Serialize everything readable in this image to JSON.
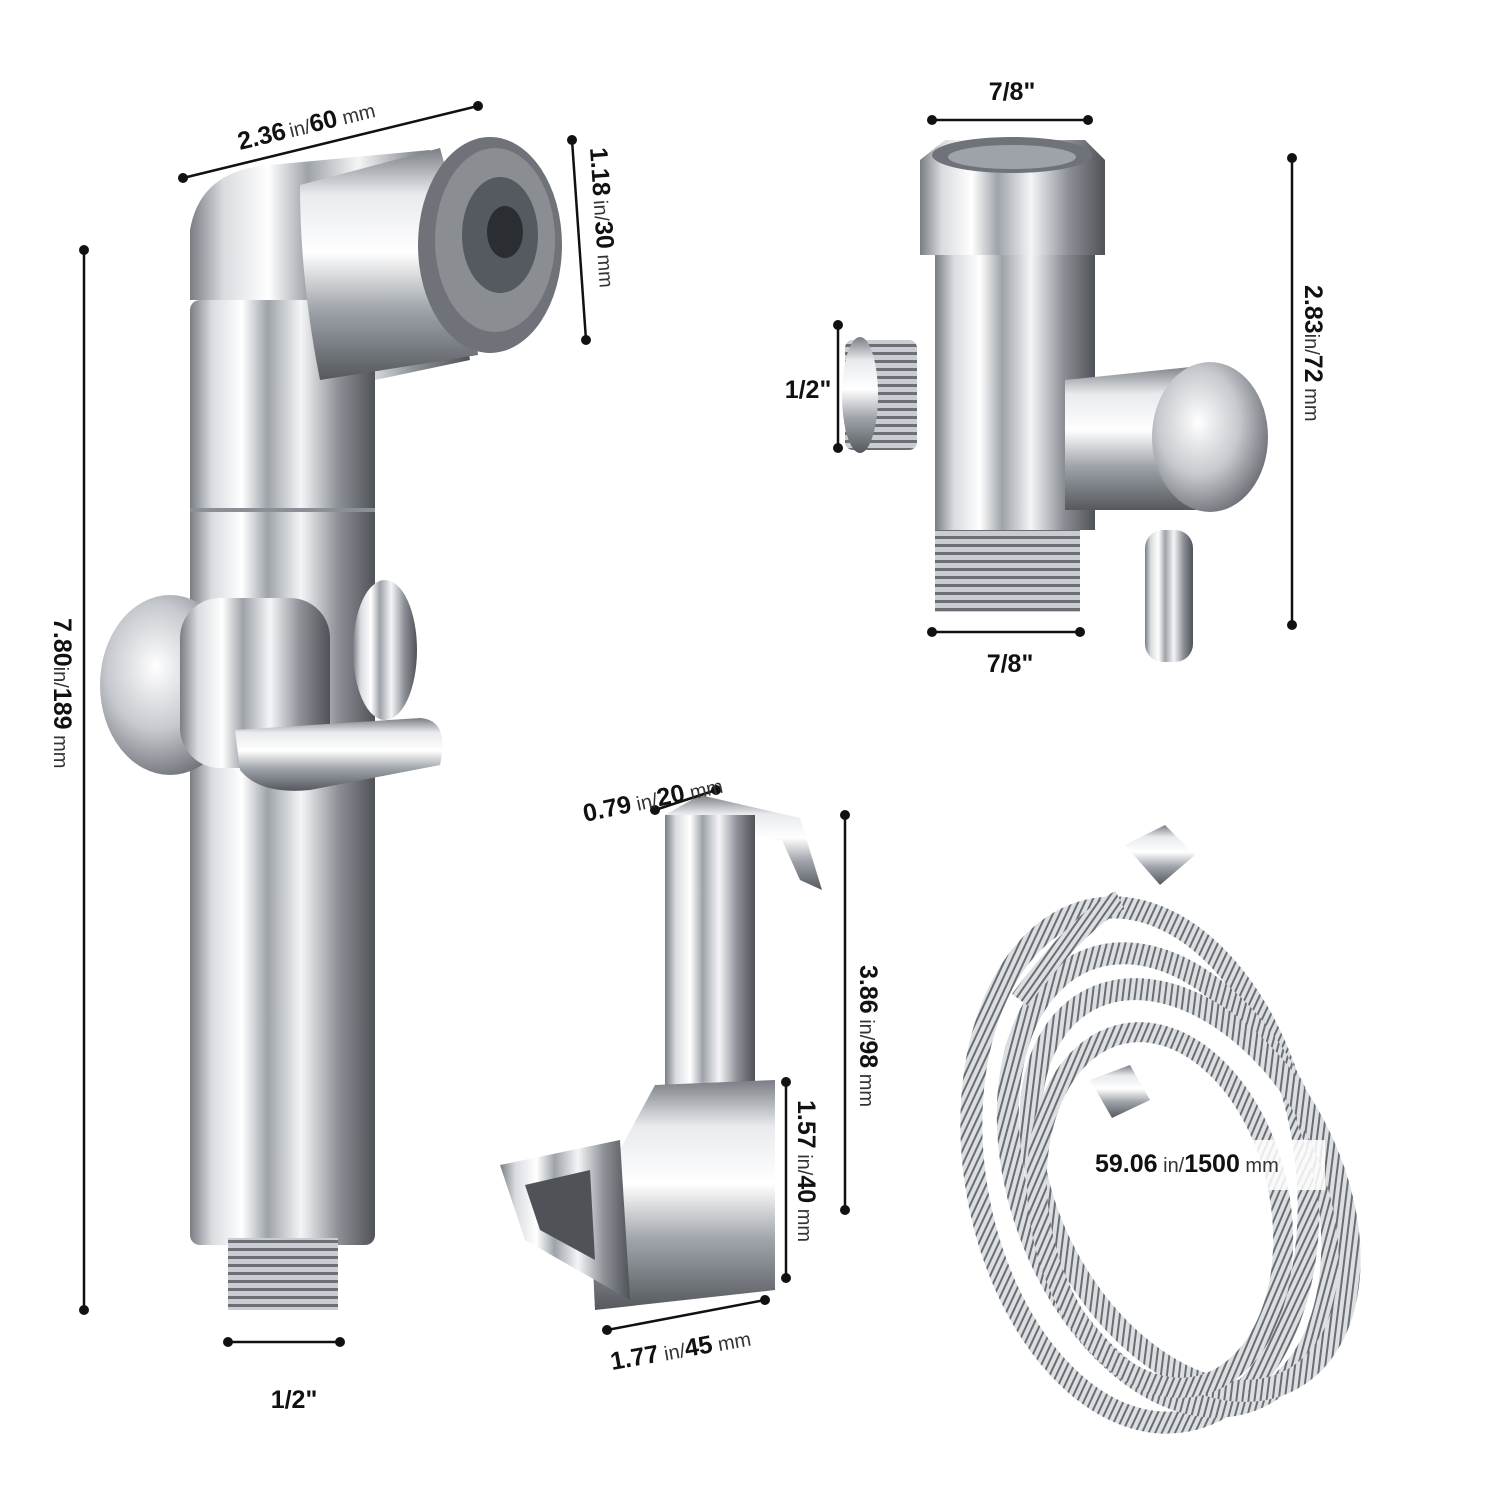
{
  "colors": {
    "background": "#ffffff",
    "dimension_line": "#111111",
    "chrome_dark": "#6e7278",
    "chrome_mid": "#b9bdc3",
    "chrome_light": "#f2f3f5"
  },
  "sprayer": {
    "width": {
      "value": "2.36",
      "unit_in": "in/",
      "value_mm": "60",
      "unit_mm": " mm"
    },
    "nozzle": {
      "value": "1.18",
      "unit_in": "in/",
      "value_mm": "30",
      "unit_mm": " mm"
    },
    "height": {
      "value": "7.80",
      "unit_in": "in/",
      "value_mm": "189",
      "unit_mm": " mm"
    },
    "thread": "1/2\""
  },
  "valve": {
    "top": "7/8\"",
    "side": "1/2\"",
    "bottom": "7/8\"",
    "height": {
      "value": "2.83",
      "unit_in": "in/",
      "value_mm": "72",
      "unit_mm": " mm"
    }
  },
  "holder": {
    "hook": {
      "value": "0.79",
      "unit_in": " in/",
      "value_mm": "20",
      "unit_mm": " mm"
    },
    "height": {
      "value": "3.86",
      "unit_in": " in/",
      "value_mm": "98",
      "unit_mm": " mm"
    },
    "base_height": {
      "value": "1.57",
      "unit_in": " in/",
      "value_mm": "40",
      "unit_mm": " mm"
    },
    "base_width": {
      "value": "1.77",
      "unit_in": " in/",
      "value_mm": "45",
      "unit_mm": " mm"
    }
  },
  "hose": {
    "length": {
      "value": "59.06",
      "unit_in": " in/",
      "value_mm": "1500",
      "unit_mm": " mm"
    }
  }
}
